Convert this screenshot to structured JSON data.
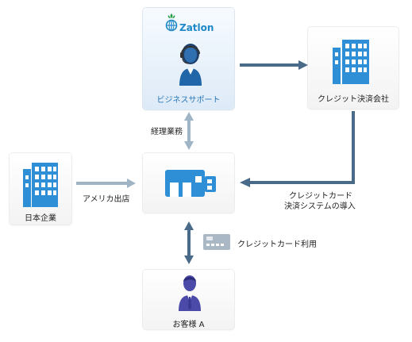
{
  "nodes": {
    "support": {
      "brand": "Zatlon",
      "label": "ビジネスサポート"
    },
    "credit_company": {
      "label": "クレジット決済会社"
    },
    "japan_company": {
      "label": "日本企業"
    },
    "customer": {
      "label": "お客様 A"
    }
  },
  "edges": {
    "accounting": "経理業務",
    "us_store": "アメリカ出店",
    "credit_intro_line1": "クレジットカード",
    "credit_intro_line2": "決済システムの導入",
    "card_usage": "クレジットカード利用"
  },
  "colors": {
    "dark_arrow": "#496a88",
    "light_arrow": "#9fb4c5",
    "icon_blue": "#2e8ed6",
    "person_purple": "#4b4aa8",
    "brand_blue": "#1e88c9"
  },
  "icons": [
    "zatlon-logo-icon",
    "support-person-icon",
    "building-icon",
    "store-icon",
    "credit-card-icon",
    "customer-person-icon"
  ]
}
